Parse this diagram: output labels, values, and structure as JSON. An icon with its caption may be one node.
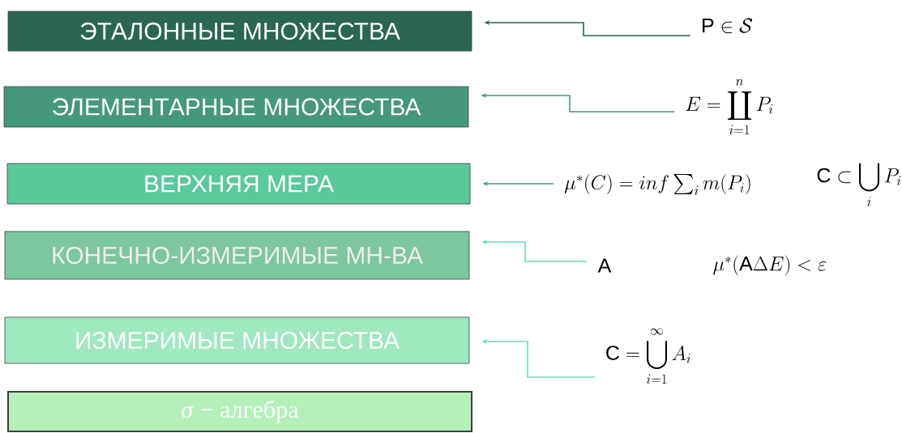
{
  "diagram": {
    "nodes": [
      {
        "text": [
          "ЭТАЛОННЫЕ МНОЖЕСТВА"
        ]
      },
      {
        "text": [
          "ЭЛЕМЕНТАРНЫЕ МНОЖЕСТВА"
        ]
      },
      {
        "text": [
          "ВЕРХНЯЯ МЕРА"
        ]
      },
      {
        "text": [
          "КОНЕЧНО-ИЗМЕРИМЫЕ МН-ВА"
        ]
      },
      {
        "text": [
          "ИЗМЕРИМЫЕ МНОЖЕСТВА"
        ]
      },
      {
        "text": [
          "*σ* − алгебра"
        ]
      },
      {
        "text": [
          "\\mathrm{P} \\in \\mathcal{S}"
        ]
      },
      {
        "text": [
          "E = \\coprod_{i=1}^{n} P_i"
        ]
      },
      {
        "text": [
          "\\mu^*(C) = inf \\sum_i m(P_i)"
        ]
      },
      {
        "text": [
          "\\mathrm{A}"
        ]
      },
      {
        "text": [
          "\\mathrm{C} = \\bigcup_{i=1}^{\\infty} A_i"
        ]
      }
    ],
    "edges": [
      {
        "from": 6,
        "to": 0,
        "arrow": "to",
        "color": "#2a6650"
      },
      {
        "from": 7,
        "to": 1,
        "arrow": "to",
        "color": "#46987a"
      },
      {
        "from": 8,
        "to": 2,
        "arrow": "to",
        "color": "#3aa57a"
      },
      {
        "from": 9,
        "to": 3,
        "arrow": "to",
        "color": "#6cdcb0"
      },
      {
        "from": 10,
        "to": 4,
        "arrow": "to",
        "color": "#6cdcb0"
      }
    ],
    "labels": [
      "\\mathrm{C} \\subset \\bigcup_i P_i",
      "\\mu^*(\\mathrm{A}\\Delta E) < \\varepsilon"
    ]
  }
}
